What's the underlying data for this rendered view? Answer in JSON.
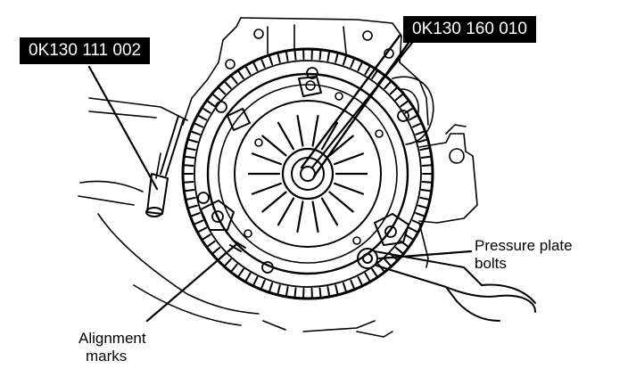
{
  "labels": {
    "tool_left": "0K130 111 002",
    "tool_right": "0K130 160 010",
    "pressure_line1": "Pressure plate",
    "pressure_line2": "bolts",
    "alignment_line1": "Alignment",
    "alignment_line2": "marks"
  },
  "colors": {
    "ink": "#000000",
    "paper": "#ffffff"
  }
}
